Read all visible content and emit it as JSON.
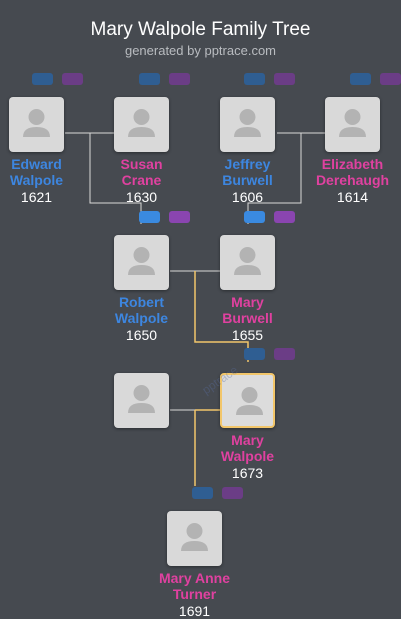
{
  "header": {
    "title": "Mary Walpole Family Tree",
    "subtitle": "generated by pptrace.com"
  },
  "people": [
    {
      "id": "edward",
      "first": "Edward",
      "last": "Walpole",
      "year": "1621",
      "gender": "m"
    },
    {
      "id": "susan",
      "first": "Susan",
      "last": "Crane",
      "year": "1630",
      "gender": "f"
    },
    {
      "id": "jeffrey",
      "first": "Jeffrey",
      "last": "Burwell",
      "year": "1606",
      "gender": "m"
    },
    {
      "id": "elizabeth",
      "first": "Elizabeth",
      "last": "Derehaugh",
      "year": "1614",
      "gender": "f"
    },
    {
      "id": "robert",
      "first": "Robert",
      "last": "Walpole",
      "year": "1650",
      "gender": "m"
    },
    {
      "id": "mary-burwell",
      "first": "Mary",
      "last": "Burwell",
      "year": "1655",
      "gender": "f"
    },
    {
      "id": "unknown-spouse",
      "first": "",
      "last": "",
      "year": "",
      "gender": "m"
    },
    {
      "id": "mary-walpole",
      "first": "Mary",
      "last": "Walpole",
      "year": "1673",
      "gender": "f",
      "selected": true
    },
    {
      "id": "mary-anne",
      "first": "Mary Anne",
      "last": "Turner",
      "year": "1691",
      "gender": "f"
    }
  ],
  "watermark": "pptrace",
  "colors": {
    "background": "#464a50",
    "male": "#3d86e0",
    "female": "#e041a0",
    "selected_line": "#f2c66a",
    "line": "#d9d9d9"
  },
  "icons": {
    "avatar": "person-silhouette-icon",
    "father_button": "father-button",
    "mother_button": "mother-button"
  }
}
